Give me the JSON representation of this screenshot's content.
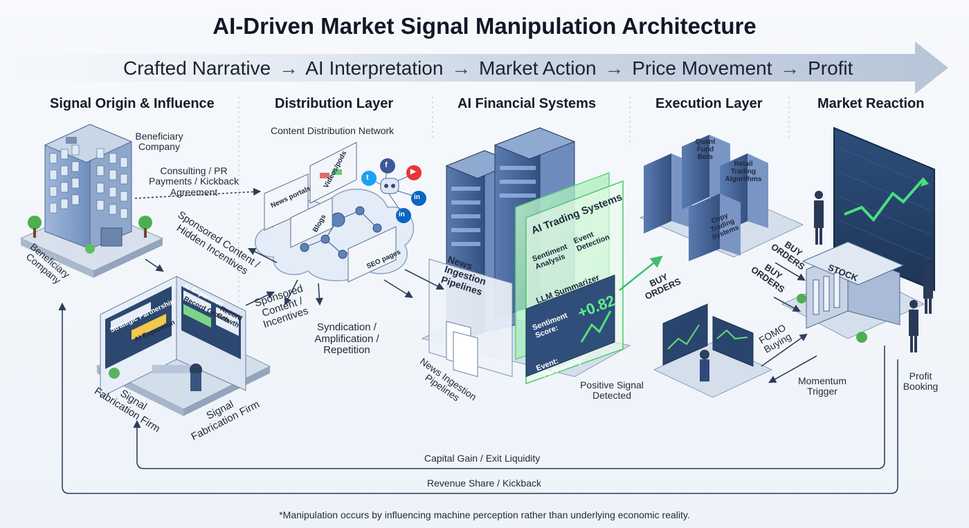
{
  "title": "AI-Driven Market Signal Manipulation Architecture",
  "flow": {
    "steps": [
      "Crafted Narrative",
      "AI Interpretation",
      "Market Action",
      "Price Movement",
      "Profit"
    ],
    "arrow": "→"
  },
  "columns": [
    "Signal Origin & Influence",
    "Distribution Layer",
    "AI Financial Systems",
    "Execution Layer",
    "Market Reaction"
  ],
  "signal_origin": {
    "beneficiary_label": "Beneficiary Company",
    "beneficiary_label_rot": "Beneficiary Company",
    "consulting": "Consulting / PR Payments / Kickback Agreement",
    "sponsored_hidden": "Sponsored Content / Hidden Incentives",
    "firm_screens": [
      "Strategic Partnership",
      "AI Expansion",
      "AI Expansion",
      "Record Growth",
      "Record Growth"
    ],
    "firm_label_1": "Signal Fabrication Firm",
    "firm_label_2": "Signal Fabrication Firm"
  },
  "distribution": {
    "cdn": "Content Distribution Network",
    "pages": [
      "News portals",
      "Videos/pods",
      "Blogs",
      "SEO pages"
    ],
    "sponsored": "Sponsored Content / Incentives",
    "syndication": "Syndication / Amplification / Repetition",
    "social": [
      "f",
      "t",
      "in",
      "in",
      "▶"
    ]
  },
  "ai_systems": {
    "trading": "AI Trading Systems",
    "sentiment_analysis": "Sentiment Analysis",
    "event_detection": "Event Detection",
    "llm": "LLM Summarizer",
    "score_label": "Sentiment Score:",
    "score_value": "+0.82",
    "event_label": "Event: \"Partnership\"",
    "news_panel": "News Ingestion Pipelines",
    "news_bottom": "News Ingestion Pipelines",
    "positive": "Positive Signal Detected"
  },
  "execution": {
    "quant": "Quant Fund Bots",
    "retail": "Retail Trading Algorithms",
    "copy": "Copy Trading Systems",
    "buy_orders_1": "BUY ORDERS",
    "buy_orders_2": "BUY ORDERS",
    "buy_orders_3": "BUY ORDERS",
    "fomo": "FOMO Buying",
    "momentum": "Momentum Trigger"
  },
  "market": {
    "stock": "STOCK",
    "profit": "Profit Booking"
  },
  "loops": {
    "capital": "Capital Gain / Exit Liquidity",
    "revenue": "Revenue Share / Kickback"
  },
  "footnote": "*Manipulation occurs by influencing machine perception rather than underlying economic reality.",
  "colors": {
    "accent": "#2f4a7a",
    "green": "#4ade80",
    "panel": "#dbe6f3",
    "arrow": "#2c3e5c"
  }
}
